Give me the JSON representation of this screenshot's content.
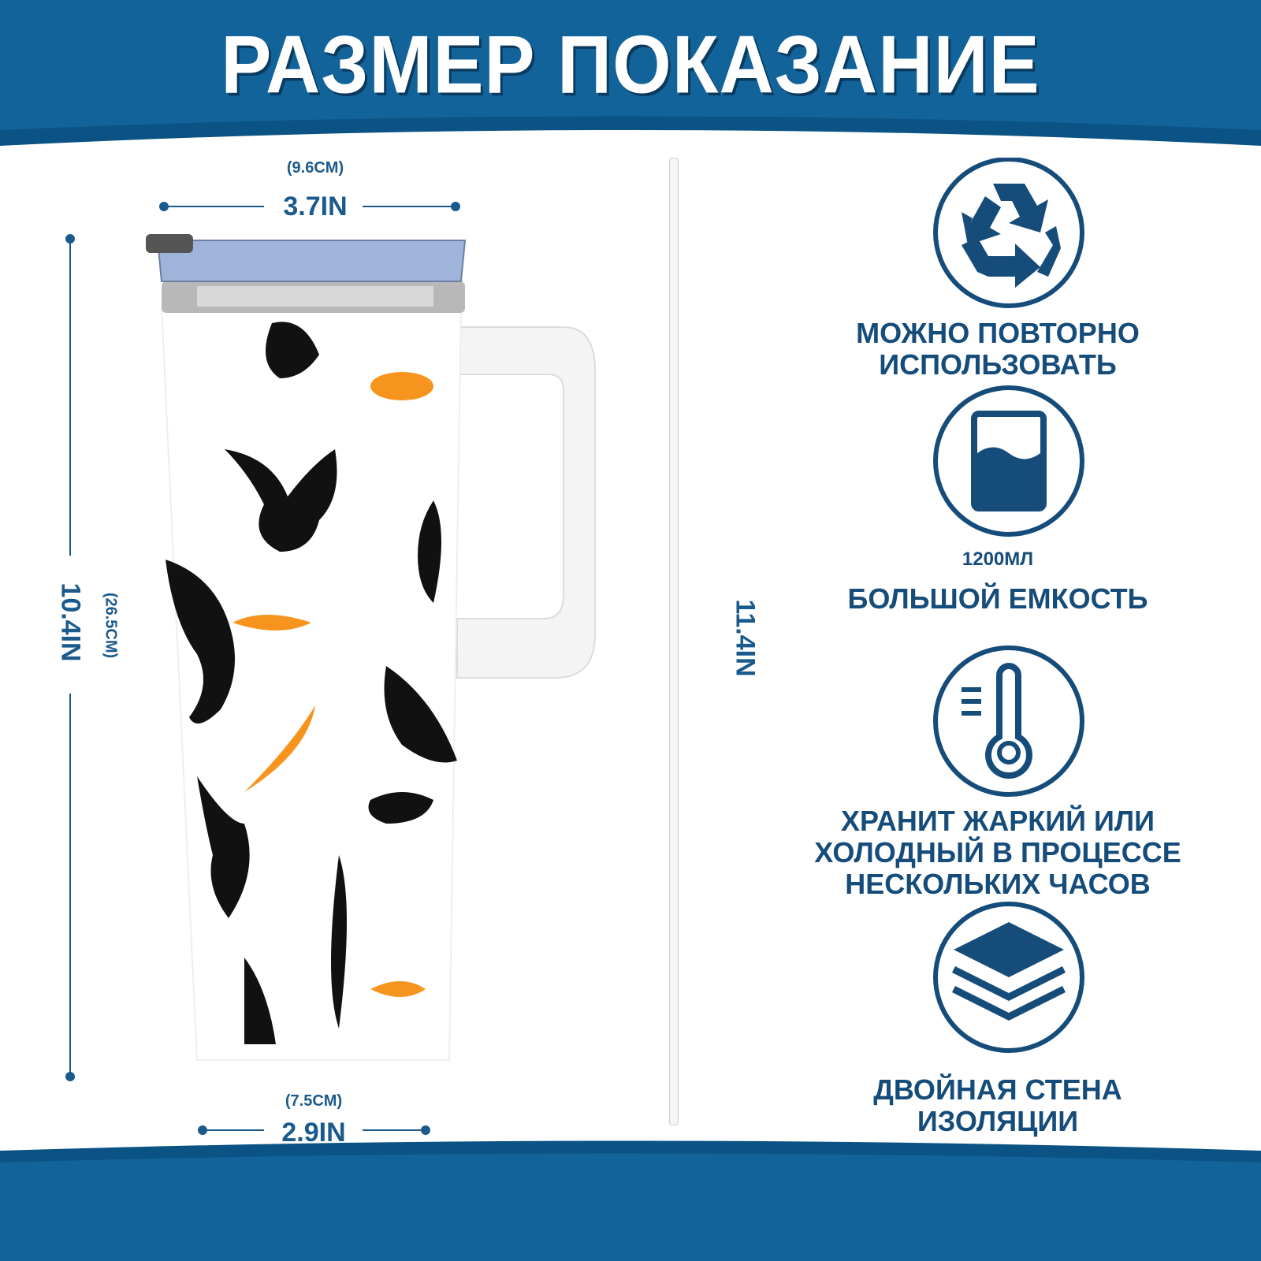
{
  "title": "РАЗМЕР ПОКАЗАНИЕ",
  "dimensions": {
    "top_width_cm": "(9.6CM)",
    "top_width_in": "3.7IN",
    "height_cm": "(26.5CM)",
    "height_in": "10.4IN",
    "bottom_width_cm": "(7.5CM)",
    "bottom_width_in": "2.9IN",
    "straw_in": "11.4IN"
  },
  "features": [
    {
      "icon": "recycle-icon",
      "lines": [
        "МОЖНО ПОВТОРНО",
        "ИСПОЛЬЗОВАТЬ"
      ]
    },
    {
      "icon": "cup-capacity-icon",
      "sub": "1200МЛ",
      "lines": [
        "БОЛЬШОЙ ЕМКОСТЬ"
      ]
    },
    {
      "icon": "thermometer-icon",
      "lines": [
        "ХРАНИТ ЖАРКИЙ ИЛИ",
        "ХОЛОДНЫЙ В ПРОЦЕССЕ",
        "НЕСКОЛЬКИХ ЧАСОВ"
      ]
    },
    {
      "icon": "layers-icon",
      "lines": [
        "ДВОЙНАЯ СТЕНА",
        "ИЗОЛЯЦИИ"
      ]
    }
  ],
  "colors": {
    "brand_blue": "#0f5b8d",
    "text_blue": "#154c7a",
    "flame": "#f7941d"
  }
}
